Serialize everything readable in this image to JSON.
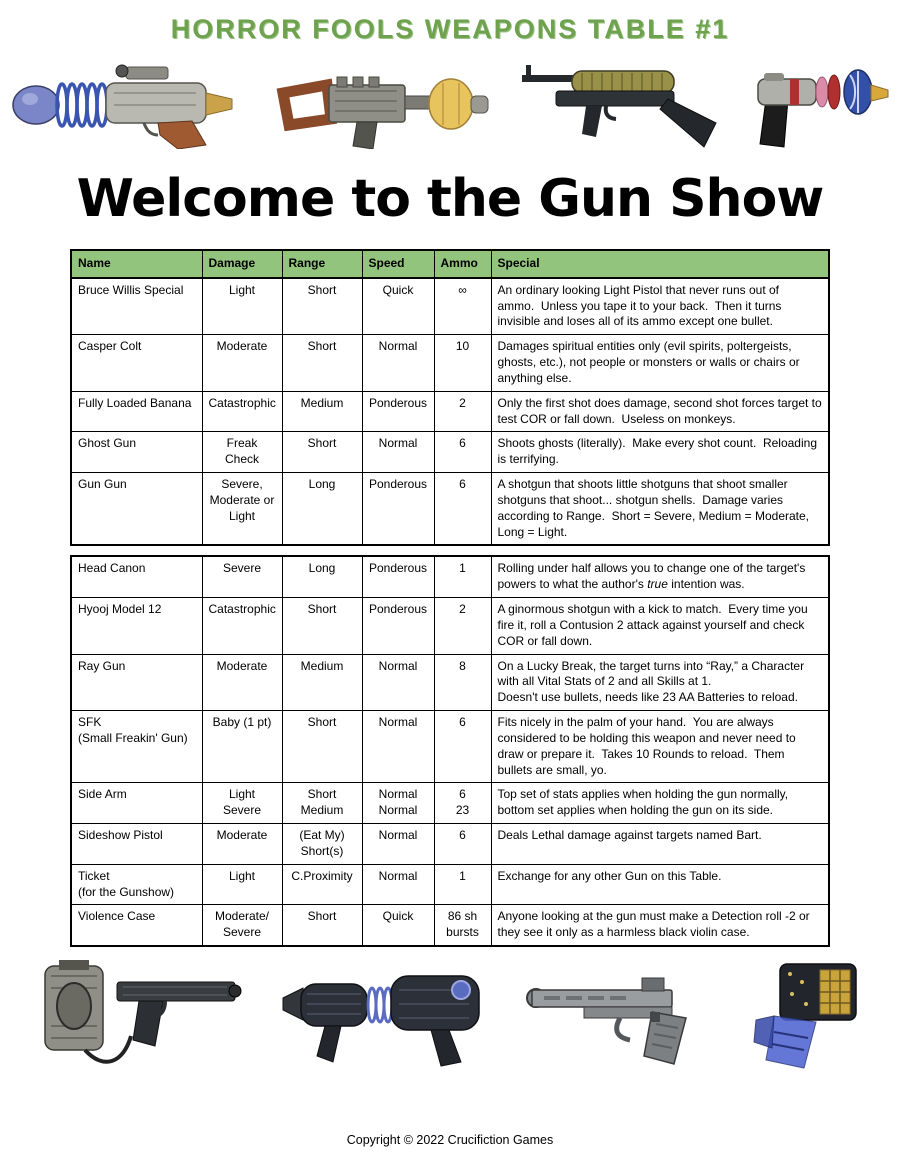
{
  "header": {
    "title": "HORROR FOOLS WEAPONS TABLE #1"
  },
  "heading": "Welcome to the Gun Show",
  "footer": {
    "copyright": "Copyright © 2022 Crucifiction Games"
  },
  "colors": {
    "title_green": "#6fa24f",
    "table_header_bg": "#93c47d"
  },
  "images": {
    "top_row": [
      "blue-coil-ray-gun",
      "wood-stock-blaster",
      "black-rifle-with-olive-barrel",
      "disc-stack-ray-gun"
    ],
    "bottom_row": [
      "pistol-with-battery-pack",
      "coil-connected-blaster",
      "long-barrel-pistol",
      "blue-scifi-blaster"
    ]
  },
  "weapons_table": {
    "headers": [
      "Name",
      "Damage",
      "Range",
      "Speed",
      "Ammo",
      "Special"
    ],
    "rows_top": [
      [
        "Bruce Willis Special",
        "Light",
        "Short",
        "Quick",
        "∞",
        "An ordinary looking Light Pistol that never runs out of ammo.  Unless you tape it to your back.  Then it turns invisible and loses all of its ammo except one bullet."
      ],
      [
        "Casper Colt",
        "Moderate",
        "Short",
        "Normal",
        "10",
        "Damages spiritual entities only (evil spirits, poltergeists, ghosts, etc.), not people or monsters or walls or chairs or anything else."
      ],
      [
        "Fully Loaded Banana",
        "Catastrophic",
        "Medium",
        "Ponderous",
        "2",
        "Only the first shot does damage, second shot forces target to test COR or fall down.  Useless on monkeys."
      ],
      [
        "Ghost Gun",
        "Freak Check",
        "Short",
        "Normal",
        "6",
        "Shoots ghosts (literally).  Make every shot count.  Reloading is terrifying."
      ],
      [
        "Gun Gun",
        "Severe, Moderate or Light",
        "Long",
        "Ponderous",
        "6",
        "A shotgun that shoots little shotguns that shoot smaller shotguns that shoot... shotgun shells.  Damage varies according to Range.  Short = Severe, Medium = Moderate, Long = Light."
      ]
    ],
    "rows_bottom": [
      [
        "Head Canon",
        "Severe",
        "Long",
        "Ponderous",
        "1",
        "Rolling under half allows you to change one of the target's powers to what the author's *true* intention was."
      ],
      [
        "Hyooj Model 12",
        "Catastrophic",
        "Short",
        "Ponderous",
        "2",
        "A ginormous shotgun with a kick to match.  Every time you fire it, roll a Contusion 2 attack against yourself and check COR or fall down."
      ],
      [
        "Ray Gun",
        "Moderate",
        "Medium",
        "Normal",
        "8",
        "On a Lucky Break, the target turns into “Ray,” a Character with all Vital Stats of 2 and all Skills at 1.\nDoesn't use bullets, needs like 23 AA Batteries to reload."
      ],
      [
        "SFK\n(Small Freakin' Gun)",
        "Baby (1 pt)",
        "Short",
        "Normal",
        "6",
        "Fits nicely in the palm of your hand.  You are always considered to be holding this weapon and never need to draw or prepare it.  Takes 10 Rounds to reload.  Them bullets are small, yo."
      ],
      [
        "Side Arm",
        "Light\nSevere",
        "Short\nMedium",
        "Normal\nNormal",
        "6\n23",
        "Top set of stats applies when holding the gun normally, bottom set applies when holding the gun on its side."
      ],
      [
        "Sideshow Pistol",
        "Moderate",
        "(Eat My)\nShort(s)",
        "Normal",
        "6",
        "Deals Lethal damage against targets named Bart."
      ],
      [
        "Ticket\n(for the Gunshow)",
        "Light",
        "C.Proximity",
        "Normal",
        "1",
        "Exchange for any other Gun on this Table."
      ],
      [
        "Violence Case",
        "Moderate/\nSevere",
        "Short",
        "Quick",
        "86 sh\nbursts",
        "Anyone looking at the gun must make a Detection roll -2 or they see it only as a harmless black violin case."
      ]
    ]
  }
}
